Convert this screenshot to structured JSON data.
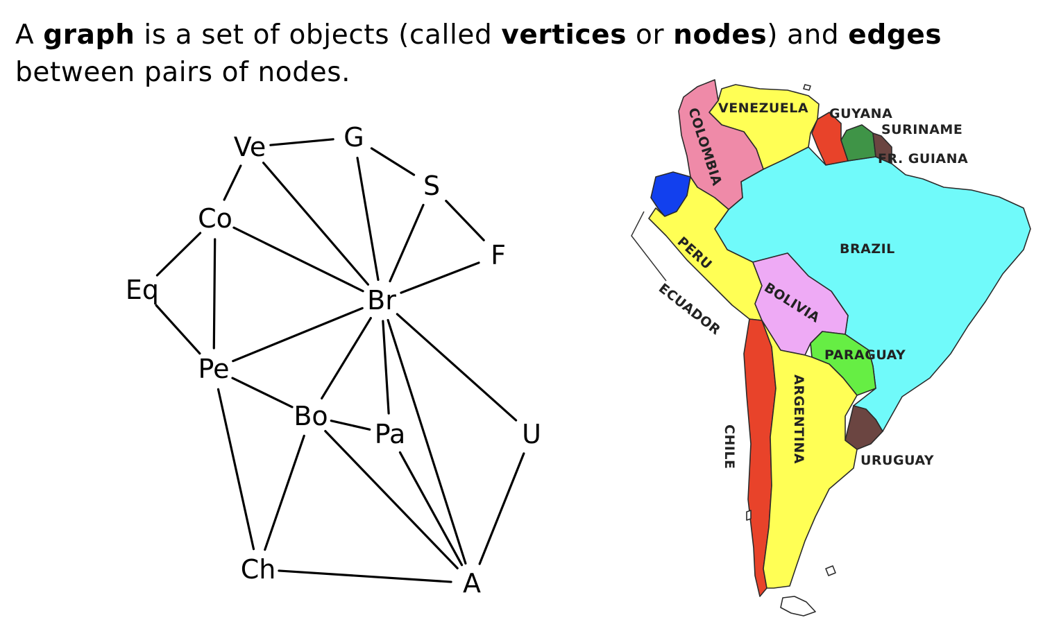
{
  "heading": {
    "part1": "A ",
    "term_graph": "graph",
    "part2": " is a set of objects (called ",
    "term_vertices": "vertices",
    "part3": " or ",
    "term_nodes": "nodes",
    "part4": ") and ",
    "term_edges": "edges",
    "part5": " between pairs of nodes."
  },
  "graph": {
    "nodes": [
      {
        "id": "Ve",
        "label": "Ve"
      },
      {
        "id": "G",
        "label": "G"
      },
      {
        "id": "S",
        "label": "S"
      },
      {
        "id": "Co",
        "label": "Co"
      },
      {
        "id": "F",
        "label": "F"
      },
      {
        "id": "Eq",
        "label": "Eq"
      },
      {
        "id": "Br",
        "label": "Br"
      },
      {
        "id": "Pe",
        "label": "Pe"
      },
      {
        "id": "Bo",
        "label": "Bo"
      },
      {
        "id": "Pa",
        "label": "Pa"
      },
      {
        "id": "U",
        "label": "U"
      },
      {
        "id": "Ch",
        "label": "Ch"
      },
      {
        "id": "A",
        "label": "A"
      }
    ],
    "edges": [
      [
        "Ve",
        "G"
      ],
      [
        "Ve",
        "Co"
      ],
      [
        "Ve",
        "Br"
      ],
      [
        "G",
        "S"
      ],
      [
        "G",
        "Br"
      ],
      [
        "S",
        "F"
      ],
      [
        "S",
        "Br"
      ],
      [
        "F",
        "Br"
      ],
      [
        "Co",
        "Eq"
      ],
      [
        "Co",
        "Pe"
      ],
      [
        "Co",
        "Br"
      ],
      [
        "Eq",
        "Pe"
      ],
      [
        "Pe",
        "Br"
      ],
      [
        "Pe",
        "Bo"
      ],
      [
        "Pe",
        "Ch"
      ],
      [
        "Br",
        "Bo"
      ],
      [
        "Br",
        "Pa"
      ],
      [
        "Br",
        "A"
      ],
      [
        "Br",
        "U"
      ],
      [
        "Bo",
        "Pa"
      ],
      [
        "Bo",
        "Ch"
      ],
      [
        "Bo",
        "A"
      ],
      [
        "Pa",
        "A"
      ],
      [
        "U",
        "A"
      ],
      [
        "Ch",
        "A"
      ]
    ]
  },
  "map": {
    "countries": [
      {
        "id": "venezuela",
        "label": "VENEZUELA",
        "color": "#ffff55"
      },
      {
        "id": "guyana",
        "label": "GUYANA",
        "color": "#e8432a"
      },
      {
        "id": "suriname",
        "label": "SURINAME",
        "color": "#3f9447"
      },
      {
        "id": "fr_guiana",
        "label": "FR. GUIANA",
        "color": "#6b4541"
      },
      {
        "id": "colombia",
        "label": "COLOMBIA",
        "color": "#ef8aa8"
      },
      {
        "id": "ecuador",
        "label": "ECUADOR",
        "color": "#1240ee"
      },
      {
        "id": "peru",
        "label": "PERU",
        "color": "#ffff55"
      },
      {
        "id": "brazil",
        "label": "BRAZIL",
        "color": "#70fafa"
      },
      {
        "id": "bolivia",
        "label": "BOLIVIA",
        "color": "#eeaaf5"
      },
      {
        "id": "paraguay",
        "label": "PARAGUAY",
        "color": "#66ee44"
      },
      {
        "id": "chile",
        "label": "CHILE",
        "color": "#e8432a"
      },
      {
        "id": "argentina",
        "label": "ARGENTINA",
        "color": "#ffff55"
      },
      {
        "id": "uruguay",
        "label": "URUGUAY",
        "color": "#6b4541"
      }
    ]
  }
}
